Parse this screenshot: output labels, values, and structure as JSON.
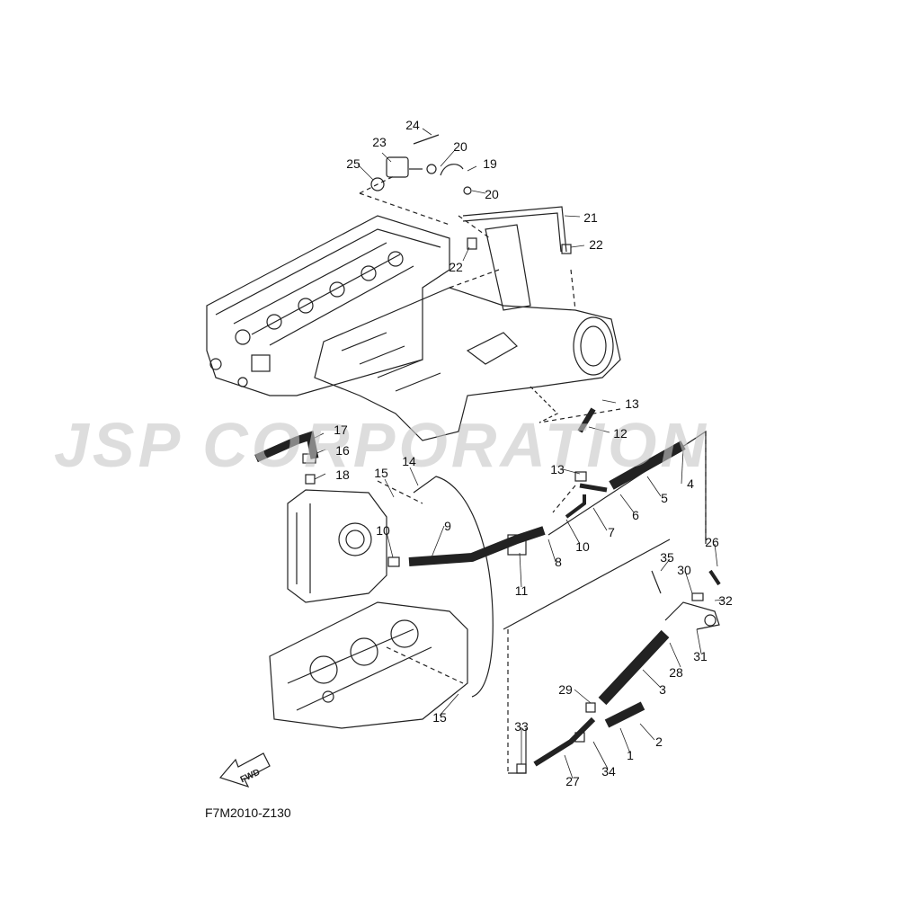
{
  "watermark": "JSP CORPORATION",
  "diagram_code": "F7M2010-Z130",
  "fwd_label": "FWD",
  "callouts": [
    {
      "id": "c1",
      "text": "1"
    },
    {
      "id": "c2",
      "text": "2"
    },
    {
      "id": "c3",
      "text": "3"
    },
    {
      "id": "c4",
      "text": "4"
    },
    {
      "id": "c5",
      "text": "5"
    },
    {
      "id": "c6",
      "text": "6"
    },
    {
      "id": "c7",
      "text": "7"
    },
    {
      "id": "c8",
      "text": "8"
    },
    {
      "id": "c9",
      "text": "9"
    },
    {
      "id": "c10a",
      "text": "10"
    },
    {
      "id": "c10b",
      "text": "10"
    },
    {
      "id": "c11",
      "text": "11"
    },
    {
      "id": "c12",
      "text": "12"
    },
    {
      "id": "c13a",
      "text": "13"
    },
    {
      "id": "c13b",
      "text": "13"
    },
    {
      "id": "c14",
      "text": "14"
    },
    {
      "id": "c15a",
      "text": "15"
    },
    {
      "id": "c15b",
      "text": "15"
    },
    {
      "id": "c16",
      "text": "16"
    },
    {
      "id": "c17",
      "text": "17"
    },
    {
      "id": "c18",
      "text": "18"
    },
    {
      "id": "c19",
      "text": "19"
    },
    {
      "id": "c20a",
      "text": "20"
    },
    {
      "id": "c20b",
      "text": "20"
    },
    {
      "id": "c21",
      "text": "21"
    },
    {
      "id": "c22a",
      "text": "22"
    },
    {
      "id": "c22b",
      "text": "22"
    },
    {
      "id": "c23",
      "text": "23"
    },
    {
      "id": "c24",
      "text": "24"
    },
    {
      "id": "c25",
      "text": "25"
    },
    {
      "id": "c26",
      "text": "26"
    },
    {
      "id": "c27",
      "text": "27"
    },
    {
      "id": "c28",
      "text": "28"
    },
    {
      "id": "c29",
      "text": "29"
    },
    {
      "id": "c30",
      "text": "30"
    },
    {
      "id": "c31",
      "text": "31"
    },
    {
      "id": "c32",
      "text": "32"
    },
    {
      "id": "c33",
      "text": "33"
    },
    {
      "id": "c34",
      "text": "34"
    },
    {
      "id": "c35",
      "text": "35"
    }
  ],
  "colors": {
    "line": "#222222",
    "watermark": "#c8c8c8"
  }
}
